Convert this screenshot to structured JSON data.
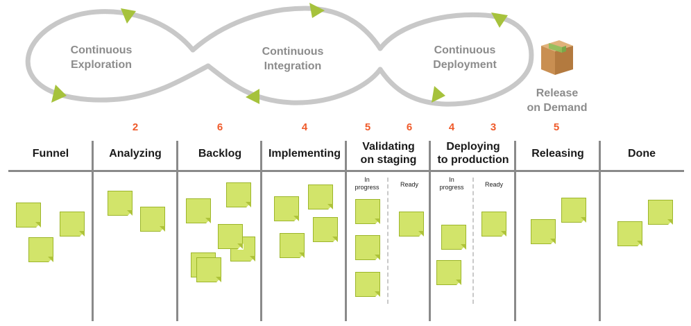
{
  "flow": {
    "stages": [
      {
        "line1": "Continuous",
        "line2": "Exploration"
      },
      {
        "line1": "Continuous",
        "line2": "Integration"
      },
      {
        "line1": "Continuous",
        "line2": "Deployment"
      }
    ],
    "release": {
      "line1": "Release",
      "line2": "on Demand"
    }
  },
  "board": {
    "columns": [
      {
        "header": "Funnel",
        "wip": ""
      },
      {
        "header": "Analyzing",
        "wip": "2"
      },
      {
        "header": "Backlog",
        "wip": "6"
      },
      {
        "header": "Implementing",
        "wip": "4"
      },
      {
        "header_line1": "Validating",
        "header_line2": "on staging",
        "wip_in_progress": "5",
        "wip_ready": "6",
        "sub": {
          "in_progress_line1": "In",
          "in_progress_line2": "progress",
          "ready": "Ready"
        }
      },
      {
        "header_line1": "Deploying",
        "header_line2": "to production",
        "wip_in_progress": "4",
        "wip_ready": "3",
        "sub": {
          "in_progress_line1": "In",
          "in_progress_line2": "progress",
          "ready": "Ready"
        }
      },
      {
        "header": "Releasing",
        "wip": "5"
      },
      {
        "header": "Done",
        "wip": ""
      }
    ]
  },
  "colors": {
    "loop": "#c8c8c8",
    "arrow": "#a6c23c",
    "wip": "#ef5a2a",
    "note_fill": "#d2e46a",
    "note_border": "#9cb52a",
    "divider": "#8a8a8a"
  },
  "icons": {
    "release_box": "package-box-icon"
  }
}
